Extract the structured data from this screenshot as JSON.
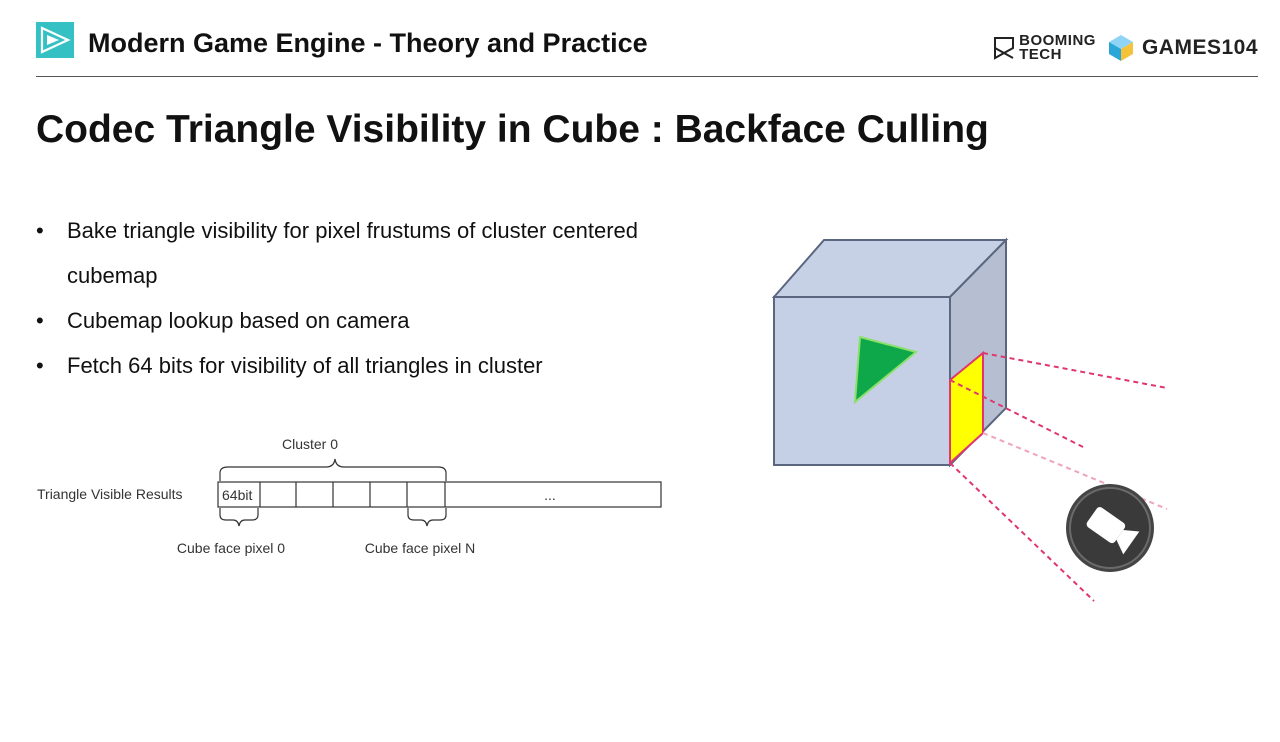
{
  "header": {
    "title": "Modern Game Engine - Theory and Practice",
    "brand_booming_line1": "BOOMING",
    "brand_booming_line2": "TECH",
    "brand_games": "GAMES104"
  },
  "slide": {
    "title": "Codec Triangle Visibility in Cube : Backface Culling",
    "bullets": [
      "Bake triangle visibility for pixel frustums of cluster centered cubemap",
      "Cubemap lookup based on camera",
      "Fetch 64 bits for visibility of all triangles in cluster"
    ],
    "bullet_symbol": "•"
  },
  "diagram": {
    "row_label": "Triangle Visible Results",
    "cluster_label": "Cluster 0",
    "first_cell": "64bit",
    "ellipsis": "...",
    "pixel0_label": "Cube face pixel 0",
    "pixelN_label": "Cube face pixel N"
  },
  "figure": {
    "cube_face_color": "#c5d0e6",
    "cube_side_color": "#b5bed0",
    "triangle_color": "#0ea84a",
    "highlight_color": "#ffff00",
    "frustum_color": "#e0366e",
    "camera_icon": "video-camera-icon"
  }
}
